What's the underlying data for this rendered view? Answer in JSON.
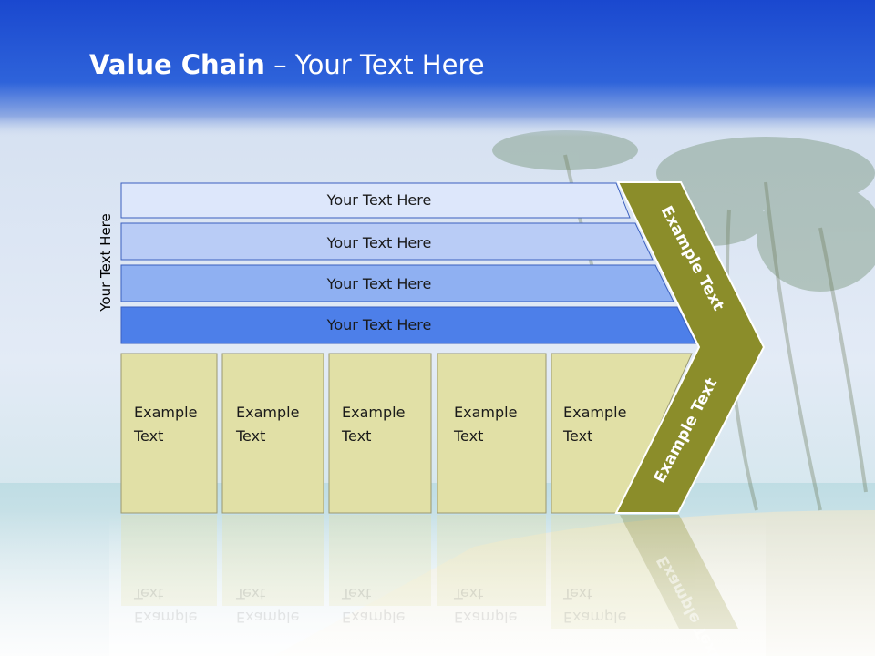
{
  "title": {
    "bold": "Value Chain",
    "rest": " – Your Text Here"
  },
  "side_label": "Your Text Here",
  "bars": [
    {
      "label": "Your Text Here",
      "color": "#dde7fb"
    },
    {
      "label": "Your Text Here",
      "color": "#b9ccf6"
    },
    {
      "label": "Your Text Here",
      "color": "#8fb0f2"
    },
    {
      "label": "Your Text Here",
      "color": "#4d7fe9"
    }
  ],
  "boxes": [
    {
      "line1": "Example",
      "line2": "Text"
    },
    {
      "line1": "Example",
      "line2": "Text"
    },
    {
      "line1": "Example",
      "line2": "Text"
    },
    {
      "line1": "Example",
      "line2": "Text"
    },
    {
      "line1": "Example",
      "line2": "Text"
    }
  ],
  "chevron": {
    "upper_label": "Example Text",
    "lower_label": "Example Text",
    "color": "#8b8d2a"
  },
  "colors": {
    "header": "#1f4fd0",
    "box_fill": "#e1e0a6",
    "bar_border": "#3a5fbf",
    "box_border": "#9a9870"
  }
}
